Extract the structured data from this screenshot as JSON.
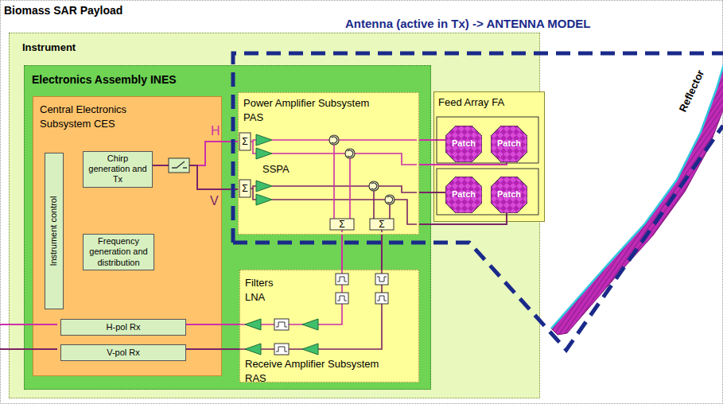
{
  "diagram": {
    "title": "Biomass SAR Payload",
    "nodes": [
      {
        "text": [
          "Biomass SAR Payload"
        ]
      },
      {
        "text": [
          "Instrument"
        ],
        "in": 0
      },
      {
        "text": [
          "Electronics Assembly INES"
        ],
        "in": 1
      },
      {
        "text": [
          "Central Electronics Subsystem CES"
        ],
        "in": 2
      },
      {
        "text": [
          "Chirp generation and Tx"
        ],
        "in": 3
      },
      {
        "text": [
          "Instrument control"
        ],
        "in": 3
      },
      {
        "text": [
          "Frequency generation and distribution"
        ],
        "in": 3
      },
      {
        "text": [
          "H-pol Rx"
        ],
        "in": 3
      },
      {
        "text": [
          "V-pol Rx"
        ],
        "in": 3
      },
      {
        "text": [
          "Power Amplifier Subsystem PAS"
        ],
        "in": 2
      },
      {
        "text": [
          "Feed Array FA"
        ],
        "in": 1
      },
      {
        "text": [
          "Patch"
        ],
        "in": 10
      },
      {
        "text": [
          "Patch"
        ],
        "in": 10
      },
      {
        "text": [
          "Patch"
        ],
        "in": 10
      },
      {
        "text": [
          "Patch"
        ],
        "in": 10
      },
      {
        "text": [
          "Filters LNA",
          "Receive Amplifier Subsystem RAS"
        ],
        "in": 2
      },
      {
        "text": [
          "Reflector"
        ],
        "in": 0
      }
    ],
    "edges": [
      {
        "from": 4,
        "to": 9,
        "label": "H",
        "arrow": "none"
      },
      {
        "from": 4,
        "to": 9,
        "label": "V",
        "arrow": "none"
      },
      {
        "from": 9,
        "to": 11,
        "arrow": "none"
      },
      {
        "from": 9,
        "to": 12,
        "arrow": "none"
      },
      {
        "from": 9,
        "to": 13,
        "arrow": "none"
      },
      {
        "from": 9,
        "to": 14,
        "arrow": "none"
      },
      {
        "from": 9,
        "to": 15,
        "arrow": "none"
      },
      {
        "from": 9,
        "to": 15,
        "arrow": "none"
      },
      {
        "from": 15,
        "to": 7,
        "arrow": "none"
      },
      {
        "from": 15,
        "to": 8,
        "arrow": "none"
      }
    ],
    "labels": [
      "Antenna (active in Tx) -> ANTENNA MODEL",
      "SSPA",
      "Σ",
      "Σ",
      "Σ",
      "Σ"
    ]
  }
}
